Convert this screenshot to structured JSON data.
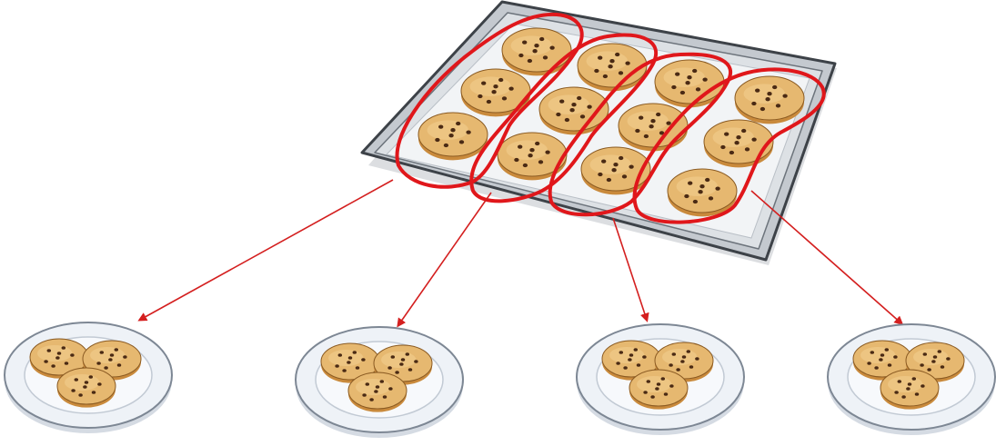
{
  "diagram": {
    "tray": {
      "cookie_count": 12,
      "columns": 4,
      "cookies_per_column": 3
    },
    "plates": [
      {
        "cookie_count": 3
      },
      {
        "cookie_count": 3
      },
      {
        "cookie_count": 3
      },
      {
        "cookie_count": 3
      }
    ],
    "colors": {
      "grouping_loop": "#e0171b",
      "arrow": "#d41f1f",
      "cookie": "#e6b870",
      "cookie_rim": "#c98a3c",
      "chocolate_chip": "#4a2a14",
      "tray": "#c9ced4",
      "tray_rim": "#3d4248",
      "parchment": "#f2f4f6",
      "plate": "#eef2f7",
      "plate_rim": "#7d8794"
    }
  }
}
